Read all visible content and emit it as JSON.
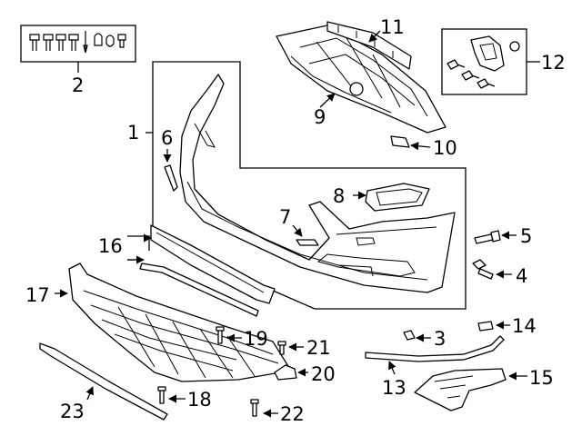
{
  "callouts": {
    "c1": "1",
    "c2": "2",
    "c3": "3",
    "c4": "4",
    "c5": "5",
    "c6": "6",
    "c7": "7",
    "c8": "8",
    "c9": "9",
    "c10": "10",
    "c11": "11",
    "c12": "12",
    "c13": "13",
    "c14": "14",
    "c15": "15",
    "c16": "16",
    "c17": "17",
    "c18": "18",
    "c19": "19",
    "c20": "20",
    "c21": "21",
    "c22": "22",
    "c23": "23"
  },
  "colors": {
    "line": "#000000",
    "fill": "#ffffff",
    "shade": "#e6e6e6"
  }
}
